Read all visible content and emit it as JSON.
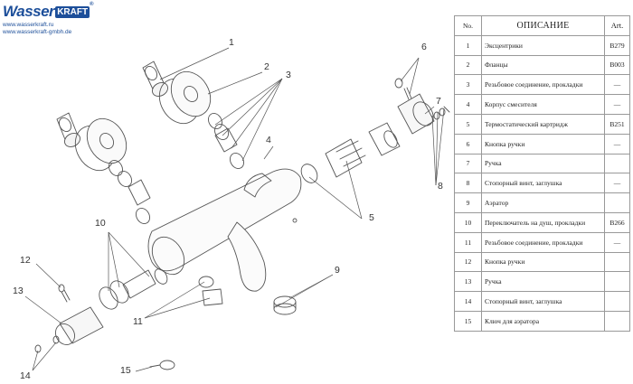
{
  "brand": {
    "wordmark_main": "Wasser",
    "wordmark_box": "KRAFT",
    "registered_mark": "®",
    "sites": [
      "www.wasserkraft.ru",
      "www.wasserkraft-gmbh.de"
    ],
    "color": "#1d4f9a"
  },
  "callouts": [
    "1",
    "2",
    "3",
    "4",
    "5",
    "6",
    "7",
    "8",
    "9",
    "10",
    "11",
    "12",
    "13",
    "14",
    "15"
  ],
  "table": {
    "headers": {
      "no": "No.",
      "description": "ОПИСАНИЕ",
      "art": "Art."
    },
    "rows": [
      {
        "no": "1",
        "description": "Эксцентрики",
        "art": "B279"
      },
      {
        "no": "2",
        "description": "Фланцы",
        "art": "B003"
      },
      {
        "no": "3",
        "description": "Резьбовое соединение, прокладки",
        "art": "—"
      },
      {
        "no": "4",
        "description": "Корпус смесителя",
        "art": "—"
      },
      {
        "no": "5",
        "description": "Термостатический картридж",
        "art": "B251"
      },
      {
        "no": "6",
        "description": "Кнопка ручки",
        "art": "—"
      },
      {
        "no": "7",
        "description": "Ручка",
        "art": ""
      },
      {
        "no": "8",
        "description": "Стопорный винт, заглушка",
        "art": "—"
      },
      {
        "no": "9",
        "description": "Аэратор",
        "art": ""
      },
      {
        "no": "10",
        "description": "Переключатель на душ, прокладки",
        "art": "B266"
      },
      {
        "no": "11",
        "description": "Резьбовое соединение, прокладки",
        "art": "—"
      },
      {
        "no": "12",
        "description": "Кнопка ручки",
        "art": ""
      },
      {
        "no": "13",
        "description": "Ручка",
        "art": ""
      },
      {
        "no": "14",
        "description": "Стопорный винт, заглушка",
        "art": ""
      },
      {
        "no": "15",
        "description": "Ключ для аэратора",
        "art": ""
      }
    ]
  }
}
